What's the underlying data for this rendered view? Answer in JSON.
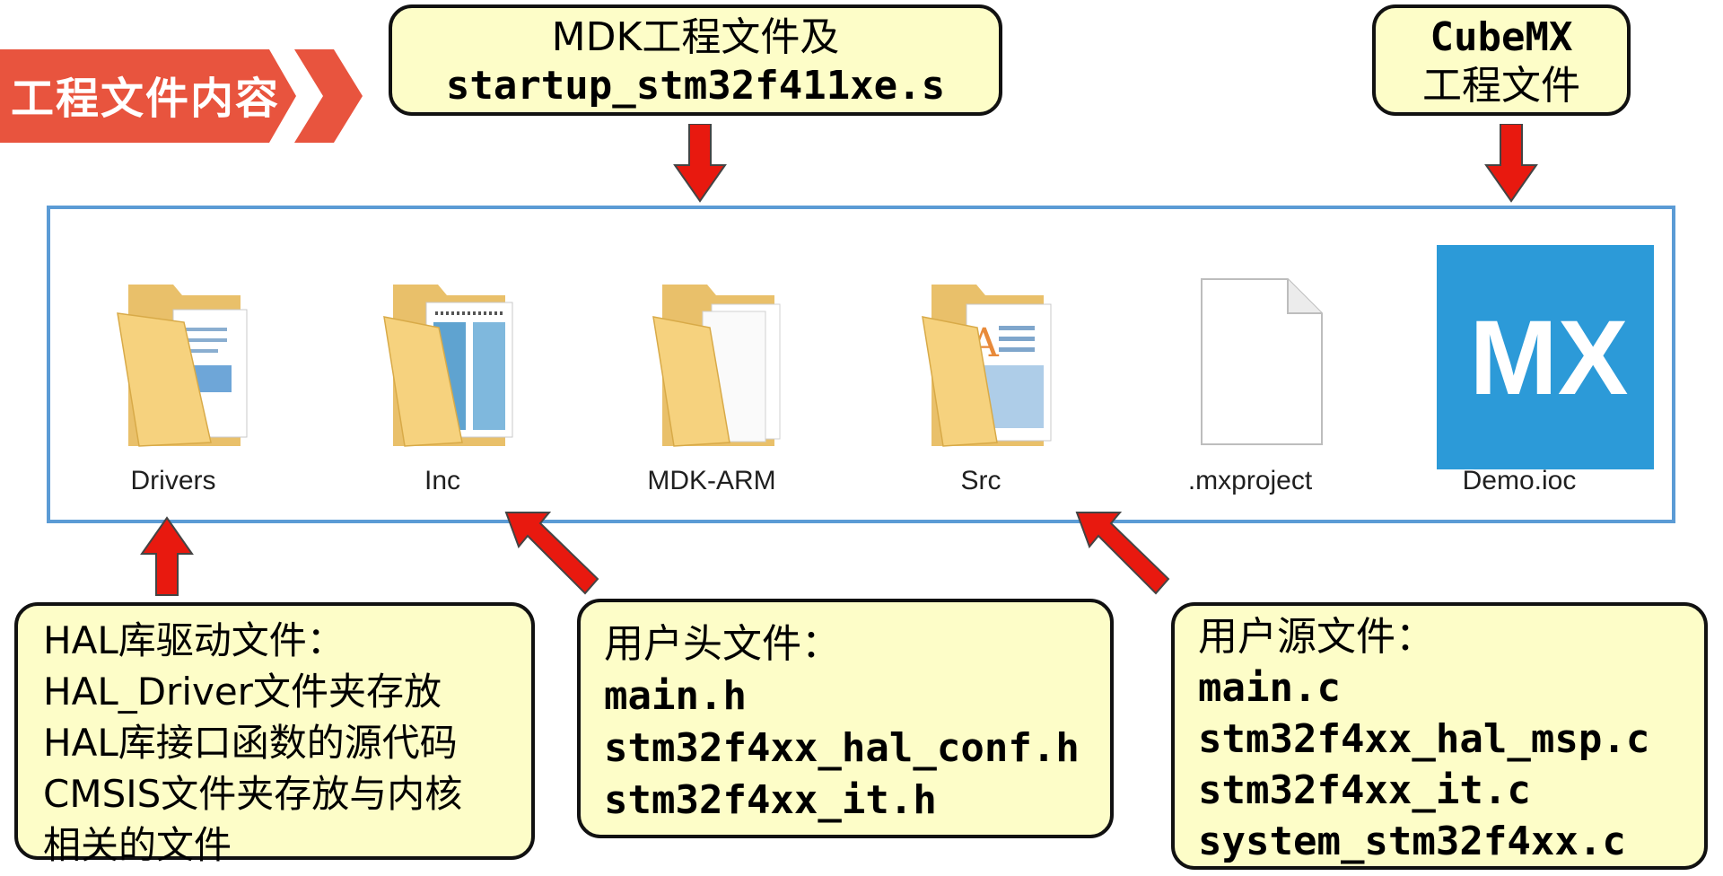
{
  "section_tag": {
    "text": "工程文件内容",
    "color": "#e8543e"
  },
  "boxes": {
    "mdk": {
      "line1": "MDK工程文件及",
      "line2": "startup_stm32f411xe.s"
    },
    "cubemx": {
      "line1": "CubeMX",
      "line2": "工程文件"
    },
    "hal": {
      "lines": [
        "HAL库驱动文件：",
        "HAL_Driver文件夹存放",
        "HAL库接口函数的源代码",
        "CMSIS文件夹存放与内核",
        "相关的文件"
      ]
    },
    "inc": {
      "lines": [
        "用户头文件：",
        "main.h",
        "stm32f4xx_hal_conf.h",
        "stm32f4xx_it.h"
      ]
    },
    "src": {
      "lines": [
        "用户源文件：",
        "main.c",
        "stm32f4xx_hal_msp.c",
        "stm32f4xx_it.c",
        "system_stm32f4xx.c"
      ]
    }
  },
  "explorer": {
    "items": [
      {
        "name": "Drivers",
        "icon": "folder-icon"
      },
      {
        "name": "Inc",
        "icon": "folder-icon"
      },
      {
        "name": "MDK-ARM",
        "icon": "folder-icon"
      },
      {
        "name": "Src",
        "icon": "folder-icon"
      },
      {
        "name": ".mxproject",
        "icon": "file-icon"
      },
      {
        "name": "Demo.ioc",
        "icon": "cubemx-icon",
        "icon_text": "MX"
      }
    ]
  },
  "colors": {
    "note_bg": "#fdfdc8",
    "frame_border": "#5b9bd5",
    "arrow": "#e8190f",
    "mx_blue": "#2c9ad8"
  }
}
